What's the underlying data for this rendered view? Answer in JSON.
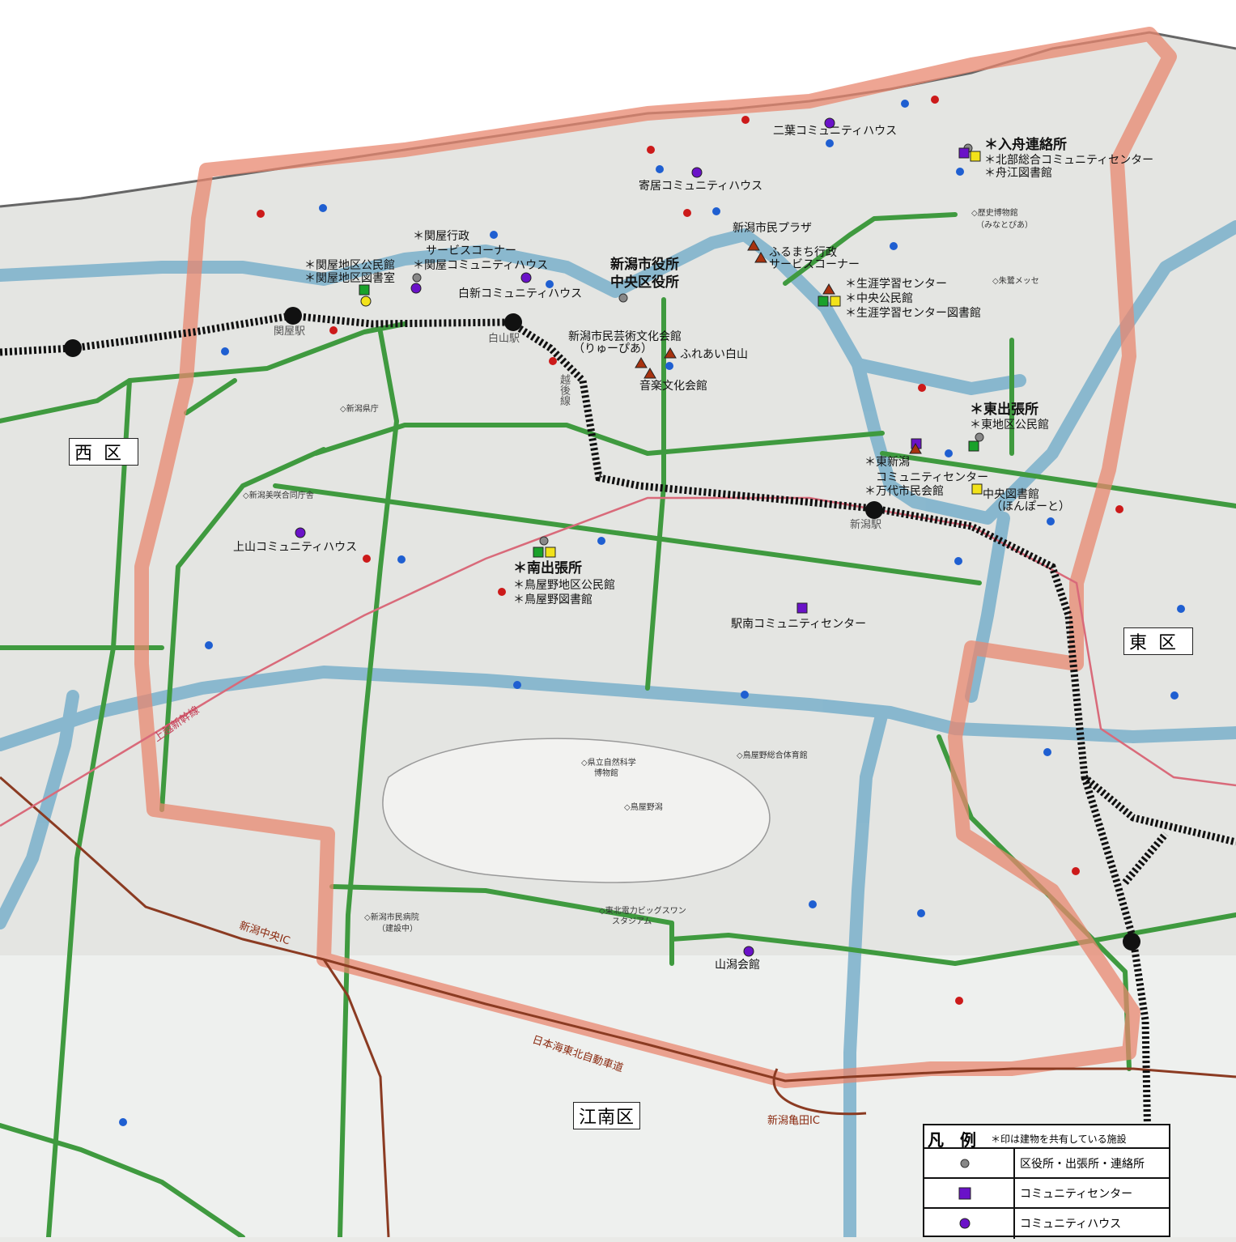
{
  "districts": {
    "west": "西区",
    "east": "東区",
    "konan": "江南区"
  },
  "city_hall": {
    "line1": "新潟市役所",
    "line2": "中央区役所"
  },
  "facilities": {
    "irifune": "＊入舟連絡所",
    "hokubu": "＊北部総合コミュニティセンター",
    "funae": "＊舟江図書館",
    "futaba": "二葉コミュニティハウス",
    "yorii": "寄居コミュニティハウス",
    "shimin_plaza": "新潟市民プラザ",
    "furumachi1": "ふるまち行政",
    "furumachi2": "サービスコーナー",
    "shogai1": "＊生涯学習センター",
    "chuo_kominkan": "＊中央公民館",
    "shogai_lib": "＊生涯学習センター図書館",
    "sekiya_gyosei1": "＊関屋行政",
    "sekiya_gyosei2": "サービスコーナー",
    "sekiya_ch": "＊関屋コミュニティハウス",
    "sekiya_kominkan": "＊関屋地区公民館",
    "sekiya_lib": "＊関屋地区図書室",
    "hakushin": "白新コミュニティハウス",
    "ryutopia1": "新潟市民芸術文化会館",
    "ryutopia2": "（りゅーぴあ）",
    "fureai": "ふれあい白山",
    "ongaku": "音楽文化会館",
    "higashi_shuccho": "＊東出張所",
    "higashi_kominkan": "＊東地区公民館",
    "higashi_cc1": "＊東新潟",
    "higashi_cc2": "コミュニティセンター",
    "bandai": "＊万代市民会館",
    "chuo_lib1": "中央図書館",
    "chuo_lib2": "（ほんぽーと）",
    "minami_shuccho": "＊南出張所",
    "toyano_kominkan": "＊鳥屋野地区公民館",
    "toyano_lib": "＊鳥屋野図書館",
    "kamiyama": "上山コミュニティハウス",
    "ekinan": "駅南コミュニティセンター",
    "sangata": "山潟会館"
  },
  "landmarks": {
    "rekishi1": "◇歴史博物館",
    "rekishi2": "（みなとぴあ）",
    "toki_messe": "◇朱鷺メッセ",
    "kencho": "◇新潟県庁",
    "bijutsu": "◇新潟美咲合同庁舎",
    "kagaku1": "◇県立自然科学",
    "kagaku2": "博物館",
    "taiikukan": "◇鳥屋野総合体育館",
    "toyanogata": "◇鳥屋野潟",
    "byoin1": "◇新潟市民病院",
    "byoin2": "（建設中）",
    "stadium1": "◇東北電力ビッグスワン",
    "stadium2": "スタジアム"
  },
  "stations": {
    "sekiya": "関屋駅",
    "hakusan": "白山駅",
    "niigata": "新潟駅",
    "echigo_line": "越後線"
  },
  "roads": {
    "chuo_ic": "新潟中央IC",
    "expressway": "日本海東北自動車道",
    "kameda_ic": "新潟亀田IC",
    "joetsu_shinkansen": "上越新幹線"
  },
  "legend": {
    "title": "凡　例",
    "note": "＊印は建物を共有している施設",
    "items": [
      "区役所・出張所・連絡所",
      "コミュニティセンター",
      "コミュニティハウス"
    ]
  },
  "colors": {
    "boundary": "#e8876f",
    "river": "#7fb3cc",
    "green_road": "#3f9a3f",
    "railway": "#111111",
    "school_red": "#cc1a1a",
    "school_blue": "#1f5fd1",
    "community_center": "#6a12c8",
    "kominkan": "#1aa12a",
    "library": "#f2e21a",
    "culture": "#a8320f"
  }
}
